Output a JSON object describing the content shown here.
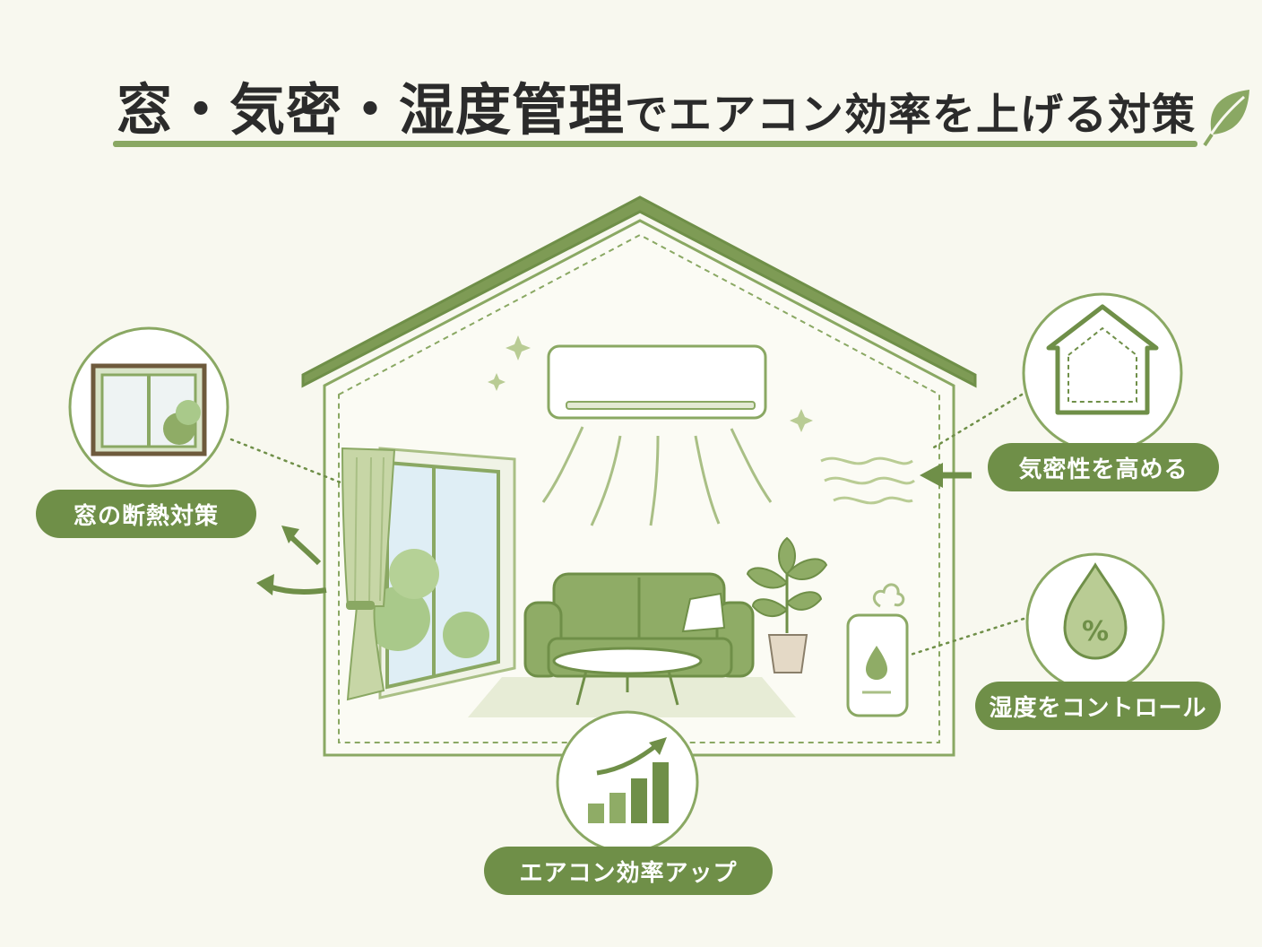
{
  "title": {
    "part_large": "窓・気密・湿度管理",
    "part_small": "でエアコン効率を上げる対策"
  },
  "labels": {
    "window": "窓の断熱対策",
    "airtight": "気密性を高める",
    "humidity": "湿度をコントロール",
    "efficiency": "エアコン効率アップ"
  },
  "humidity_icon_symbol": "%",
  "icons": [
    "window-icon",
    "house-outline-icon",
    "water-drop-percent-icon",
    "rising-bar-chart-icon",
    "leaf-icon"
  ],
  "colors": {
    "accent": "#6f8f48",
    "accent_light": "#a9bf85",
    "background": "#f8f8ef",
    "text": "#2b2b2b"
  }
}
